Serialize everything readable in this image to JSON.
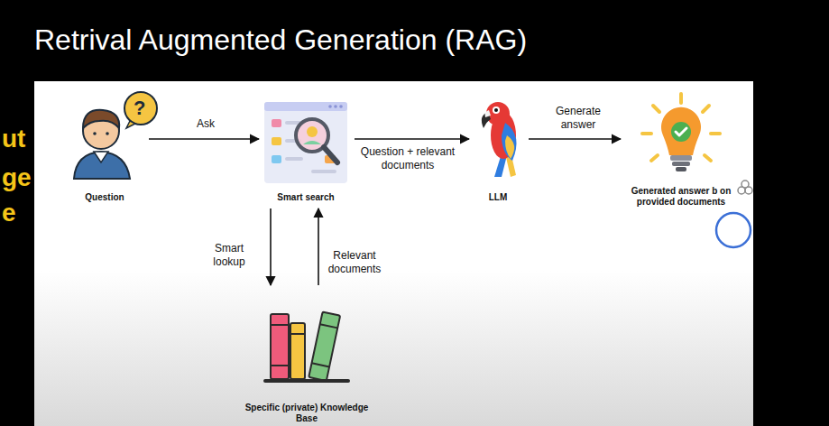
{
  "diagram": {
    "title": "Retrival Augmented Generation (RAG)",
    "nodes": [
      {
        "text": [
          "Question"
        ]
      },
      {
        "text": [
          "Smart search"
        ]
      },
      {
        "text": [
          "LLM"
        ]
      },
      {
        "text": [
          "Generated answer b on provided documents"
        ]
      },
      {
        "text": [
          "Specific (private) Knowledge Base"
        ]
      }
    ],
    "edges": [
      {
        "from": 0,
        "to": 1,
        "label": "Ask",
        "arrow": "to"
      },
      {
        "from": 1,
        "to": 2,
        "label": "Question + relevant documents",
        "arrow": "to"
      },
      {
        "from": 2,
        "to": 3,
        "label": "Generate answer",
        "arrow": "to"
      },
      {
        "from": 1,
        "to": 4,
        "label": "Smart lookup",
        "arrow": "to"
      },
      {
        "from": 4,
        "to": 1,
        "label": "Relevant documents",
        "arrow": "to"
      }
    ],
    "labels": [
      "ut",
      "ge",
      "e",
      "?"
    ]
  }
}
